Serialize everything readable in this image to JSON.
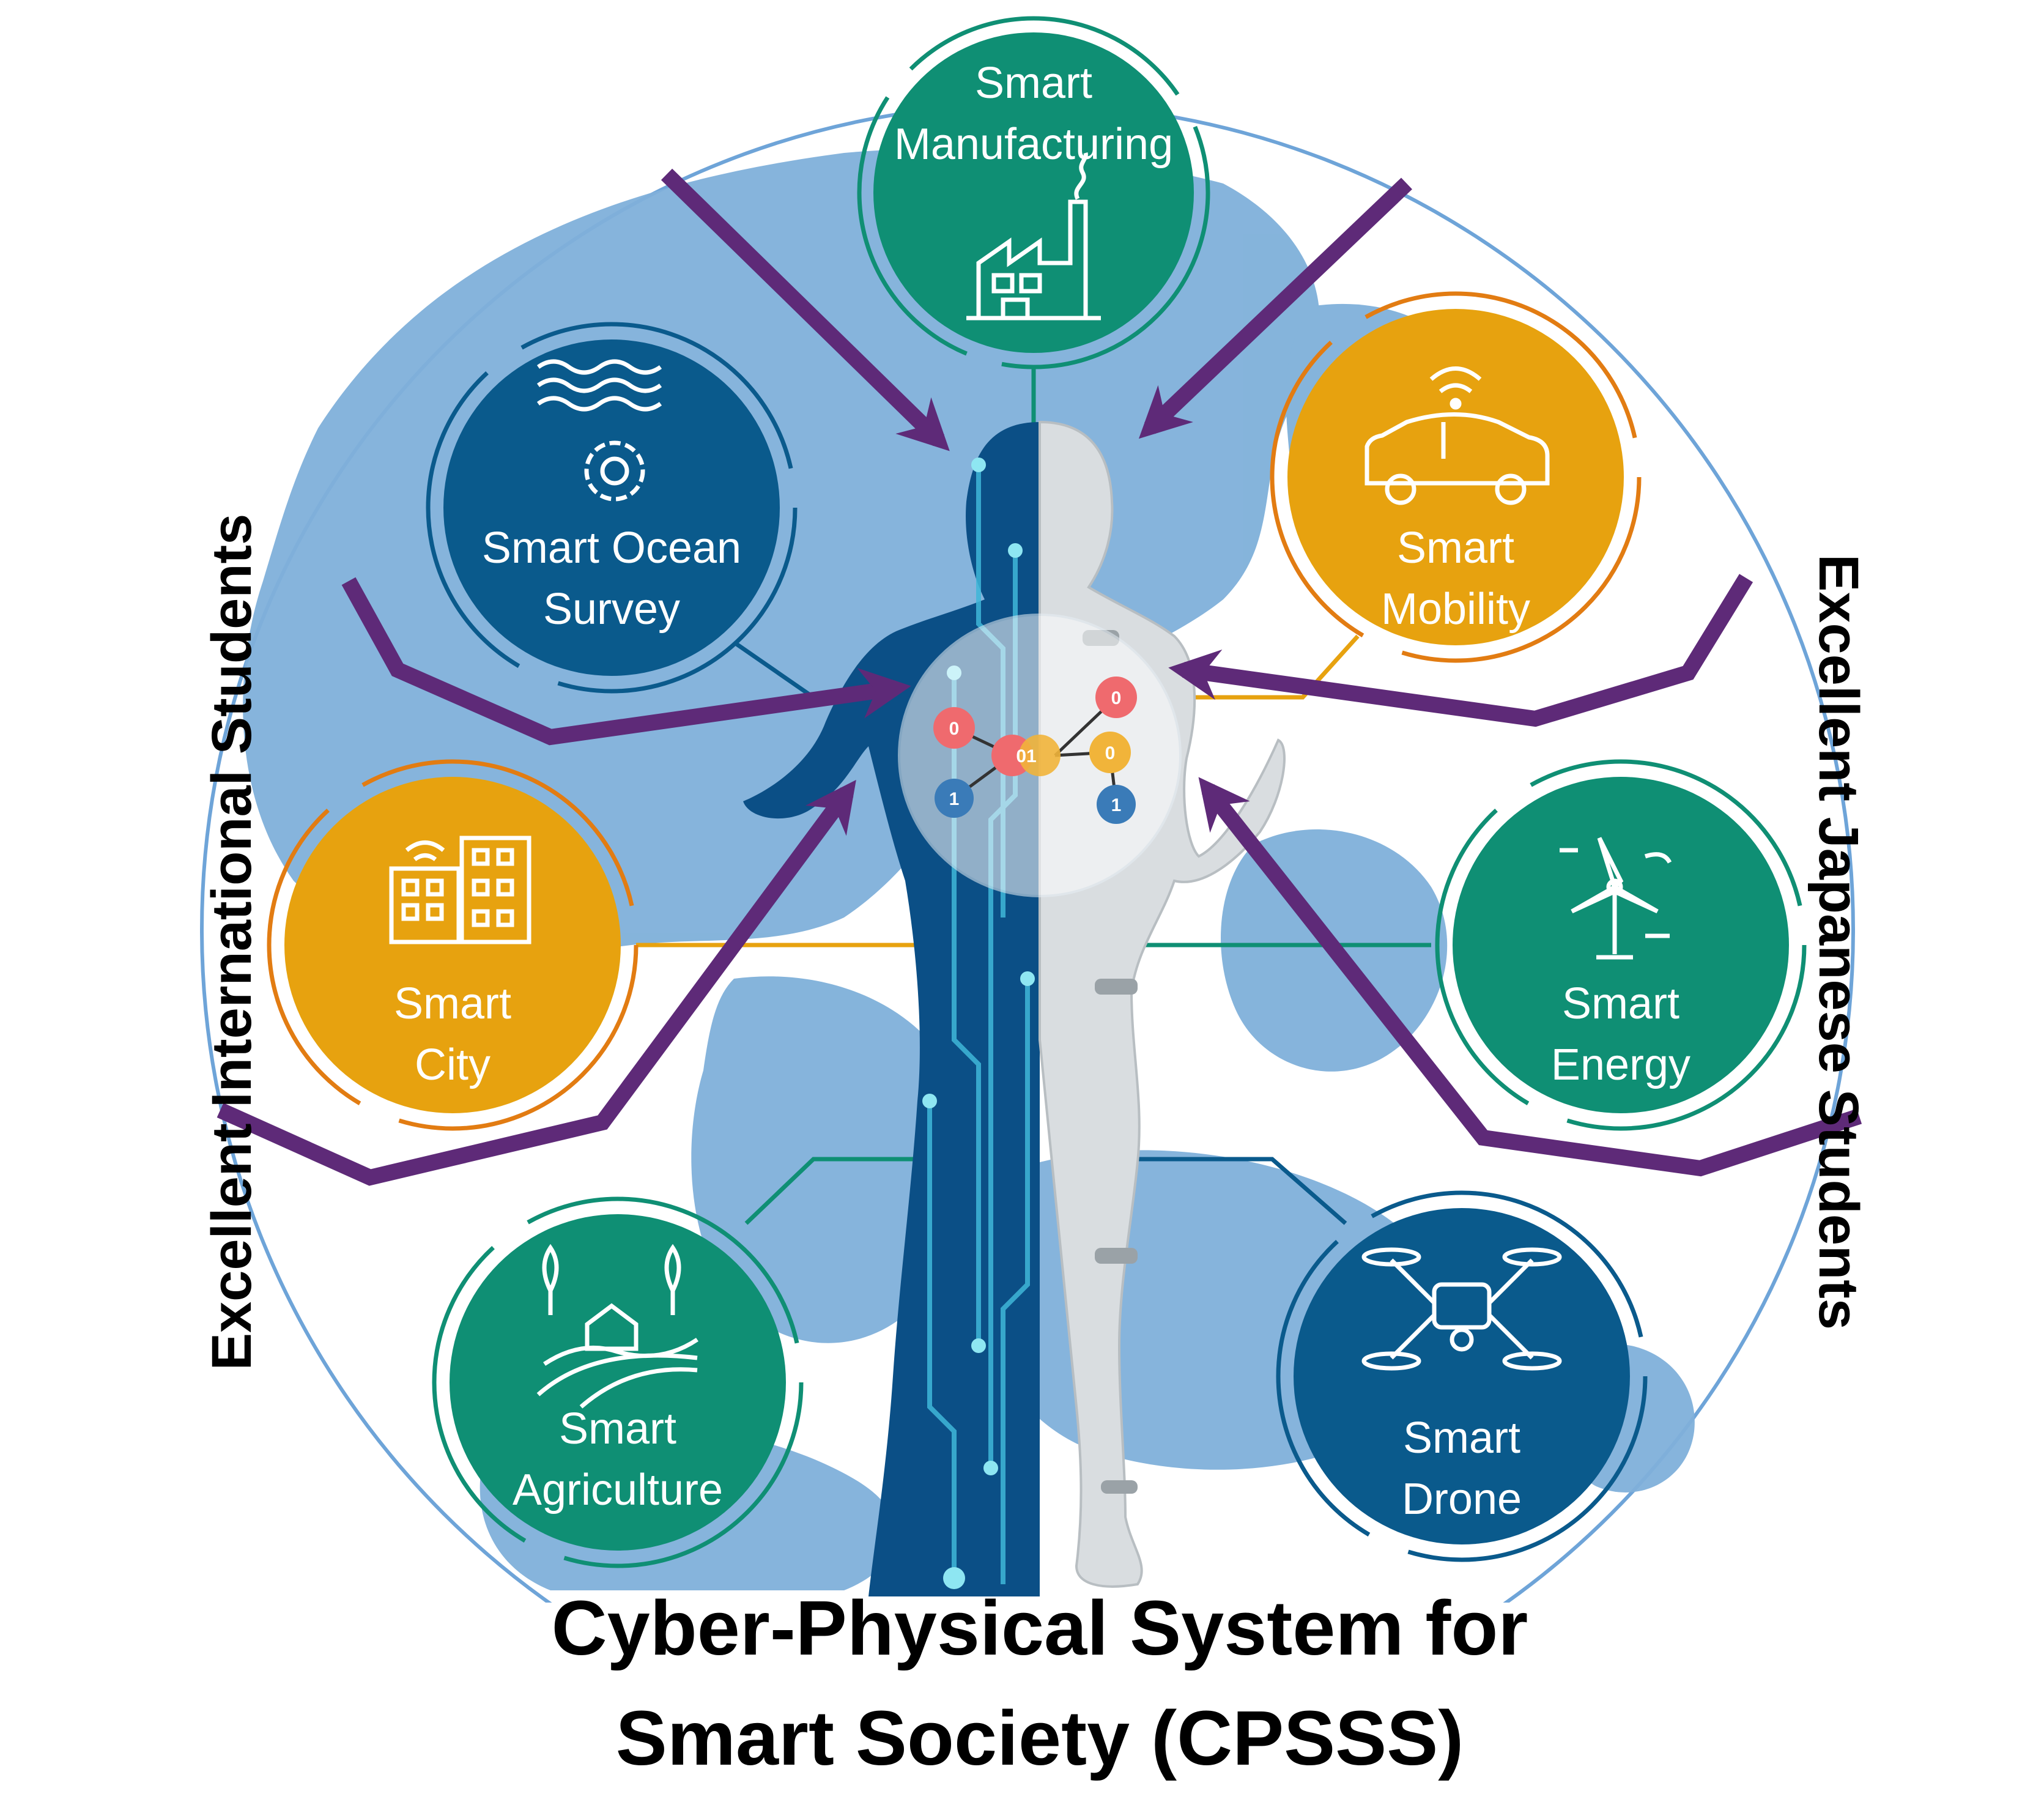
{
  "title": {
    "line1": "Cyber-Physical System for",
    "line2": "Smart Society (CPSSS)"
  },
  "side_labels": {
    "left": "Excellent International Students",
    "right": "Excellent Japanese Students"
  },
  "nodes": {
    "manufacturing": {
      "line1": "Smart",
      "line2": "Manufacturing",
      "icon": "factory-icon",
      "color": "#0f8f74"
    },
    "ocean": {
      "line1": "Smart Ocean",
      "line2": "Survey",
      "icon": "waves-gear-icon",
      "color": "#0a5a8c"
    },
    "mobility": {
      "line1": "Smart",
      "line2": "Mobility",
      "icon": "connected-car-icon",
      "color": "#e7a20f"
    },
    "city": {
      "line1": "Smart",
      "line2": "City",
      "icon": "buildings-icon",
      "color": "#e7a20f"
    },
    "energy": {
      "line1": "Smart",
      "line2": "Energy",
      "icon": "wind-turbine-icon",
      "color": "#0f8f74"
    },
    "agriculture": {
      "line1": "Smart",
      "line2": "Agriculture",
      "icon": "farm-icon",
      "color": "#0f8f74"
    },
    "drone": {
      "line1": "Smart",
      "line2": "Drone",
      "icon": "drone-icon",
      "color": "#0a5a8c"
    }
  },
  "center_bits": [
    "0",
    "0",
    "01",
    "0",
    "1",
    "1"
  ],
  "colors": {
    "globe": "#7fb0da",
    "arrow": "#5e2a78",
    "cyber_half": "#0b4f86",
    "robot_half": "#d9dde0"
  }
}
